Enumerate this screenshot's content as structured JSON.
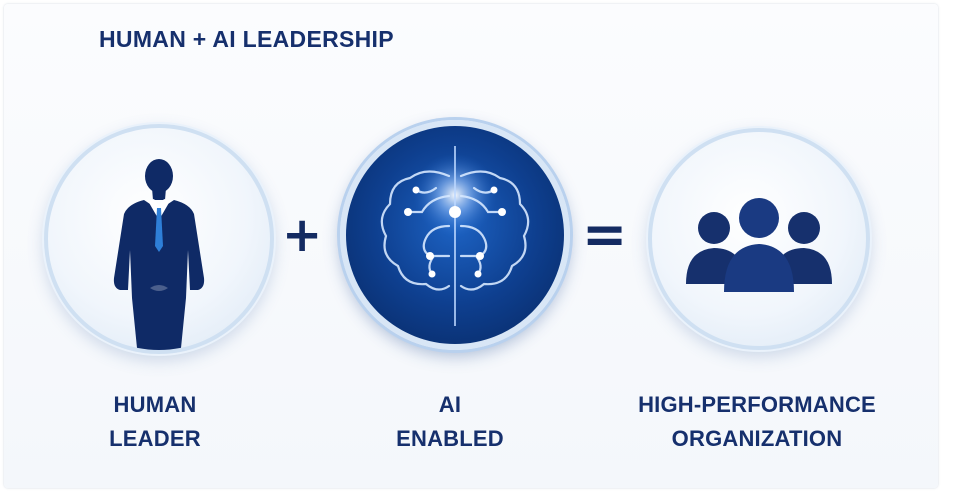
{
  "title": "HUMAN + AI LEADERSHIP",
  "operators": {
    "plus": "+",
    "equals": "="
  },
  "items": [
    {
      "icon": "businessman-silhouette-icon",
      "line1": "HUMAN",
      "line2": "LEADER"
    },
    {
      "icon": "ai-brain-circuit-icon",
      "line1": "AI",
      "line2": "ENABLED"
    },
    {
      "icon": "team-people-icon",
      "line1": "HIGH-PERFORMANCE",
      "line2": "ORGANIZATION"
    }
  ],
  "colors": {
    "navy": "#16306d",
    "figure": "#0f2a66",
    "accent_blue": "#1d63c4",
    "circle_border": "#cfe0f2"
  }
}
